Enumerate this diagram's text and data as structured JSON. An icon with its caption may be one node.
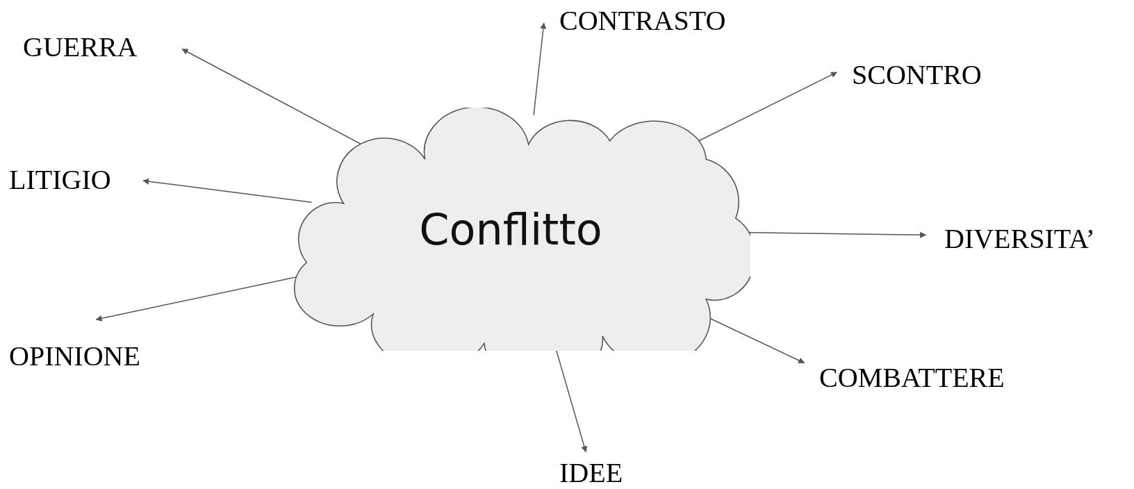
{
  "diagram": {
    "nodes": [
      {
        "text": [
          "Conflitto"
        ]
      },
      {
        "text": [
          "CONTRASTO"
        ]
      },
      {
        "text": [
          "GUERRA"
        ]
      },
      {
        "text": [
          "SCONTRO"
        ]
      },
      {
        "text": [
          "LITIGIO"
        ]
      },
      {
        "text": [
          "DIVERSITA’"
        ]
      },
      {
        "text": [
          "OPINIONE"
        ]
      },
      {
        "text": [
          "COMBATTERE"
        ]
      },
      {
        "text": [
          "IDEE"
        ]
      }
    ],
    "edges": [
      {
        "from": 0,
        "to": 1,
        "arrow": "to"
      },
      {
        "from": 0,
        "to": 2,
        "arrow": "to"
      },
      {
        "from": 0,
        "to": 3,
        "arrow": "to"
      },
      {
        "from": 0,
        "to": 4,
        "arrow": "to"
      },
      {
        "from": 0,
        "to": 5,
        "arrow": "to"
      },
      {
        "from": 0,
        "to": 6,
        "arrow": "to"
      },
      {
        "from": 0,
        "to": 7,
        "arrow": "to"
      },
      {
        "from": 0,
        "to": 8,
        "arrow": "to"
      }
    ]
  }
}
